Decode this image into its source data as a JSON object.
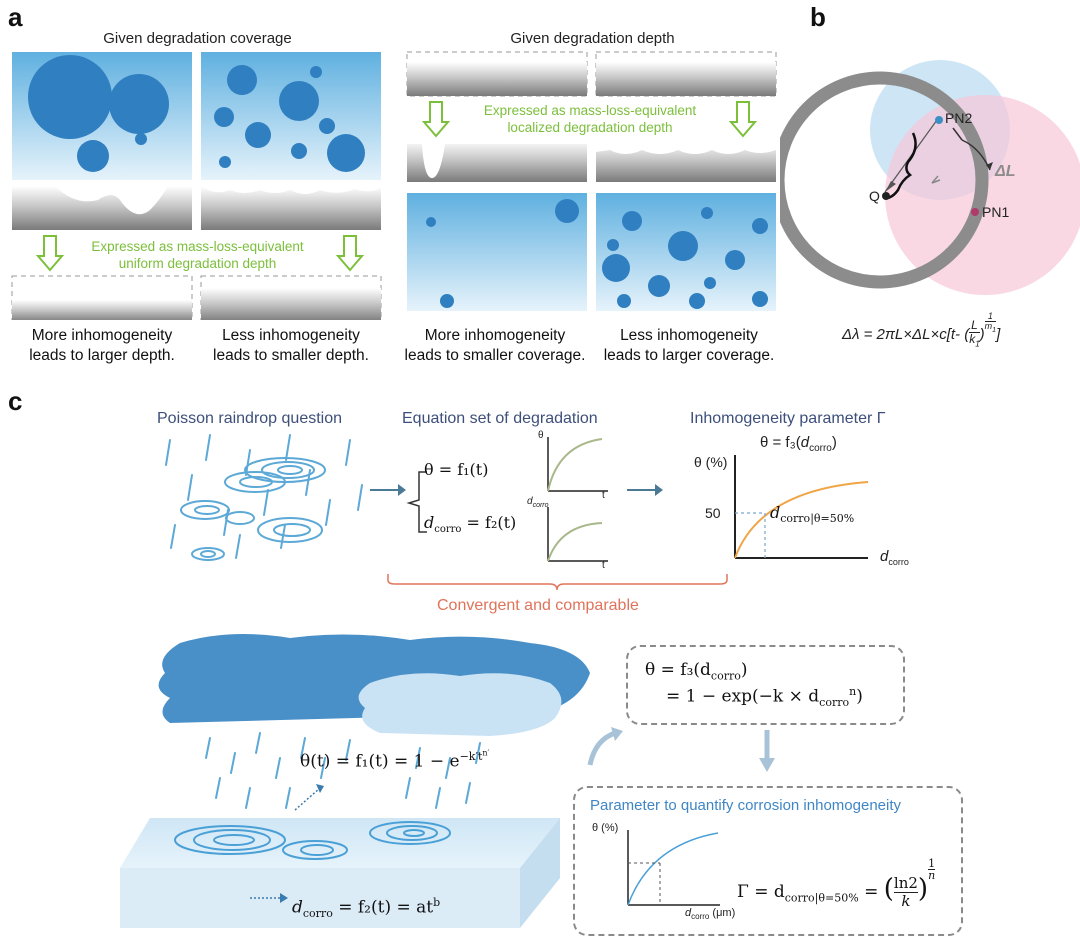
{
  "panel_a": {
    "letter": "a",
    "left_title": "Given degradation coverage",
    "right_title": "Given degradation depth",
    "left_green": [
      "Expressed as mass-loss-equivalent",
      "uniform degradation depth"
    ],
    "right_green": [
      "Expressed as mass-loss-equivalent",
      "localized degradation depth"
    ],
    "captions": [
      [
        "More inhomogeneity",
        "leads to larger depth."
      ],
      [
        "Less inhomogeneity",
        "leads to smaller depth."
      ],
      [
        "More inhomogeneity",
        "leads to smaller coverage."
      ],
      [
        "Less inhomogeneity",
        "leads to larger coverage."
      ]
    ]
  },
  "panel_b": {
    "letter": "b",
    "pn2": "PN2",
    "pn1": "PN1",
    "q": "Q",
    "delta_l": "ΔL",
    "l": "L",
    "formula_main": "Δλ = 2πL×ΔL×c[t- (",
    "formula_frac_num": "L",
    "formula_frac_den": "k",
    "formula_frac_den_sub": "1",
    "formula_close": ")",
    "formula_exp_num": "1",
    "formula_exp_den": "m",
    "formula_exp_den_sub": "1",
    "formula_end": "]"
  },
  "panel_c": {
    "letter": "c",
    "poisson_title": "Poisson raindrop question",
    "equation_title": "Equation set of degradation",
    "inhom_title": "Inhomogeneity parameter Γ",
    "theta_f1": "θ = f₁(t)",
    "dcorro_prefix": "d",
    "dcorro_sub": "corro",
    "dcorro_f2": " = f₂(t)",
    "mini_theta_label": "θ",
    "mini_dcorro_label": "d",
    "mini_dcorro_sub": "corro",
    "mini_t": "t",
    "theta_f3_prefix": "θ = f₃(",
    "theta_f3_d": "d",
    "theta_f3_sub": "corro",
    "theta_f3_suffix": ")",
    "y_axis_label": "θ (%)",
    "tick_50": "50",
    "point_label": "d",
    "point_label_sub": "corro",
    "point_label_cond": "|θ=50%",
    "x_axis_label": "d",
    "x_axis_sub": "corro",
    "convergent": "Convergent and comparable",
    "box1_line1": "θ = f₃(d",
    "box1_line1_sub": "corro",
    "box1_line1_end": ")",
    "box1_line2": "= 1 − exp(−k × d",
    "box1_line2_sub": "corro",
    "box1_line2_sup": "n",
    "box1_line2_end": ")",
    "theta_t_eq": "θ(t) = f₁(t) = 1 − e",
    "theta_t_exp": "−k′t",
    "theta_t_exp_sup": "n′",
    "dcorro_t_eq_prefix": "d",
    "dcorro_t_eq_sub": "corro",
    "dcorro_t_eq": " = f₂(t) = at",
    "dcorro_t_sup": "b",
    "box2_title": "Parameter to quantify corrosion inhomogeneity",
    "box2_y": "θ (%)",
    "box2_x": "d",
    "box2_x_sub": "corro",
    "box2_x_unit": " (μm)",
    "gamma_prefix": "Γ = d",
    "gamma_sub": "corro",
    "gamma_cond": "|θ=50%",
    "gamma_eq": " = ",
    "gamma_num": "ln2",
    "gamma_den": "k",
    "gamma_exp_num": "1",
    "gamma_exp_den": "n"
  },
  "colors": {
    "dot_blue": "#2f7fc1",
    "sky_top": "#5fb0e0",
    "sky_bottom": "#e6f3fb",
    "green": "#7cbf3b",
    "navy": "#3d4f7a",
    "orange_text": "#e0735a",
    "curve_orange": "#f0a646",
    "ring_gray": "#8c8c8c",
    "circle_blue": "#bcdcf0",
    "circle_pink": "#f6c8d8"
  }
}
